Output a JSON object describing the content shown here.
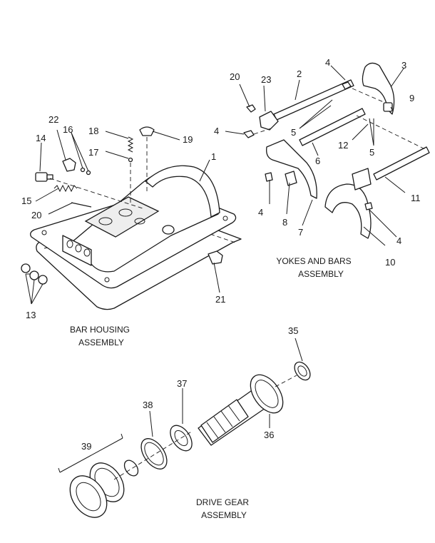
{
  "labels": {
    "l1": "1",
    "l2": "2",
    "l3": "3",
    "l4a": "4",
    "l4b": "4",
    "l4c": "4",
    "l4d": "4",
    "l5a": "5",
    "l5b": "5",
    "l6": "6",
    "l7": "7",
    "l8": "8",
    "l9": "9",
    "l10": "10",
    "l11": "11",
    "l12": "12",
    "l13": "13",
    "l14": "14",
    "l15": "15",
    "l16": "16",
    "l17": "17",
    "l18": "18",
    "l19": "19",
    "l20a": "20",
    "l20b": "20",
    "l21": "21",
    "l22": "22",
    "l23": "23",
    "l35": "35",
    "l36": "36",
    "l37": "37",
    "l38": "38",
    "l39": "39"
  },
  "captions": {
    "yokes_line1": "YOKES AND BARS",
    "yokes_line2": "ASSEMBLY",
    "housing_line1": "BAR HOUSING",
    "housing_line2": "ASSEMBLY",
    "drive_line1": "DRIVE GEAR",
    "drive_line2": "ASSEMBLY"
  }
}
